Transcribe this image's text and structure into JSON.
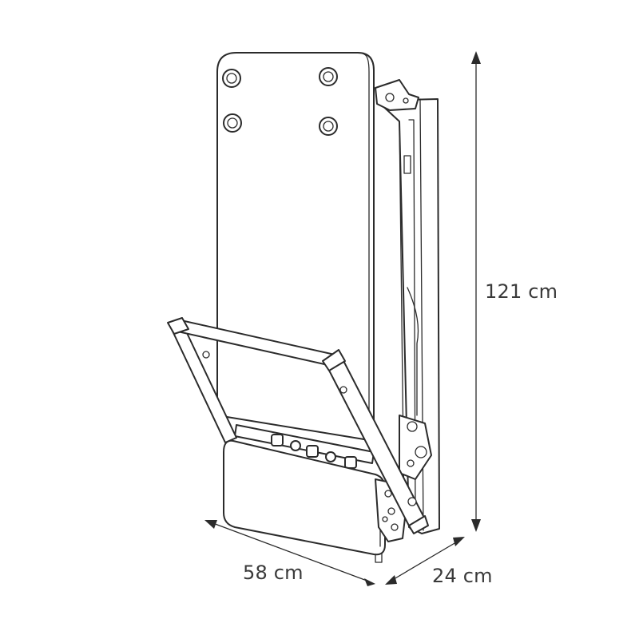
{
  "dimensions": {
    "height": "121 cm",
    "width": "58 cm",
    "depth": "24 cm"
  },
  "colors": {
    "line": "#2b2b2b",
    "label": "#3a3a3a",
    "background": "#ffffff"
  }
}
